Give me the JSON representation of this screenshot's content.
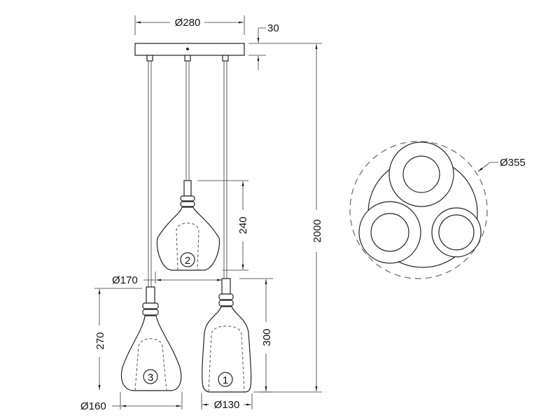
{
  "dimensions": {
    "canopy_diameter": "Ø280",
    "canopy_height": "30",
    "total_height": "2000",
    "lamp2_height": "240",
    "lamp2_diameter": "Ø170",
    "lamp3_height": "270",
    "lamp3_diameter": "Ø160",
    "lamp1_height": "300",
    "lamp1_diameter": "Ø130",
    "top_view_diameter": "Ø355"
  },
  "lamp_numbers": {
    "lamp1": "1",
    "lamp2": "2",
    "lamp3": "3"
  },
  "colors": {
    "line": "#222222",
    "background": "#ffffff"
  }
}
